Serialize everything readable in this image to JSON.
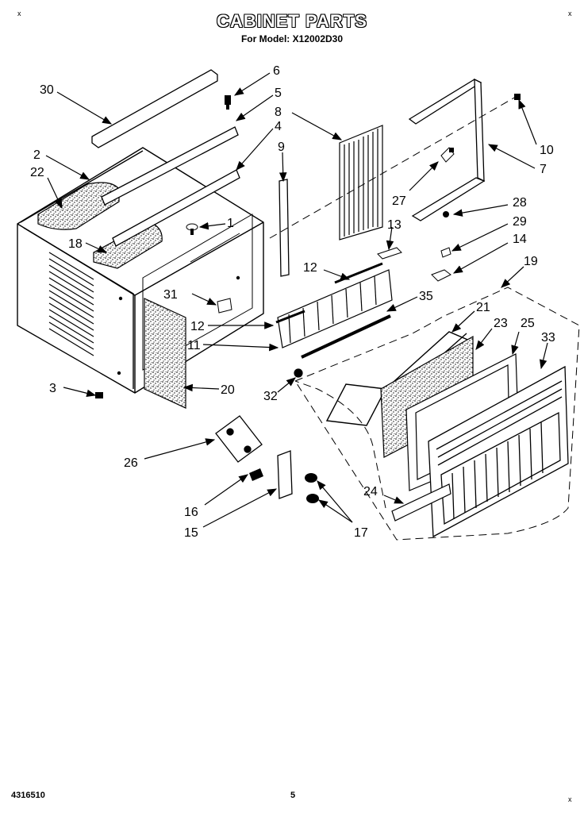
{
  "header": {
    "title": "CABINET PARTS",
    "subtitle": "For Model: X12002D30"
  },
  "footer": {
    "doc_number": "4316510",
    "page": "5"
  },
  "corner_marks": {
    "top_left": "x",
    "top_right": "x",
    "bottom_right": "x"
  },
  "callouts": {
    "c1": "1",
    "c2": "2",
    "c3": "3",
    "c4": "4",
    "c5": "5",
    "c6": "6",
    "c7": "7",
    "c8": "8",
    "c9": "9",
    "c10": "10",
    "c11": "11",
    "c12a": "12",
    "c12b": "12",
    "c13": "13",
    "c14": "14",
    "c15": "15",
    "c16": "16",
    "c17": "17",
    "c18": "18",
    "c19": "19",
    "c20": "20",
    "c21": "21",
    "c22": "22",
    "c23": "23",
    "c24": "24",
    "c25": "25",
    "c26": "26",
    "c27": "27",
    "c28": "28",
    "c29": "29",
    "c30": "30",
    "c31": "31",
    "c32": "32",
    "c33": "33",
    "c35": "35"
  }
}
